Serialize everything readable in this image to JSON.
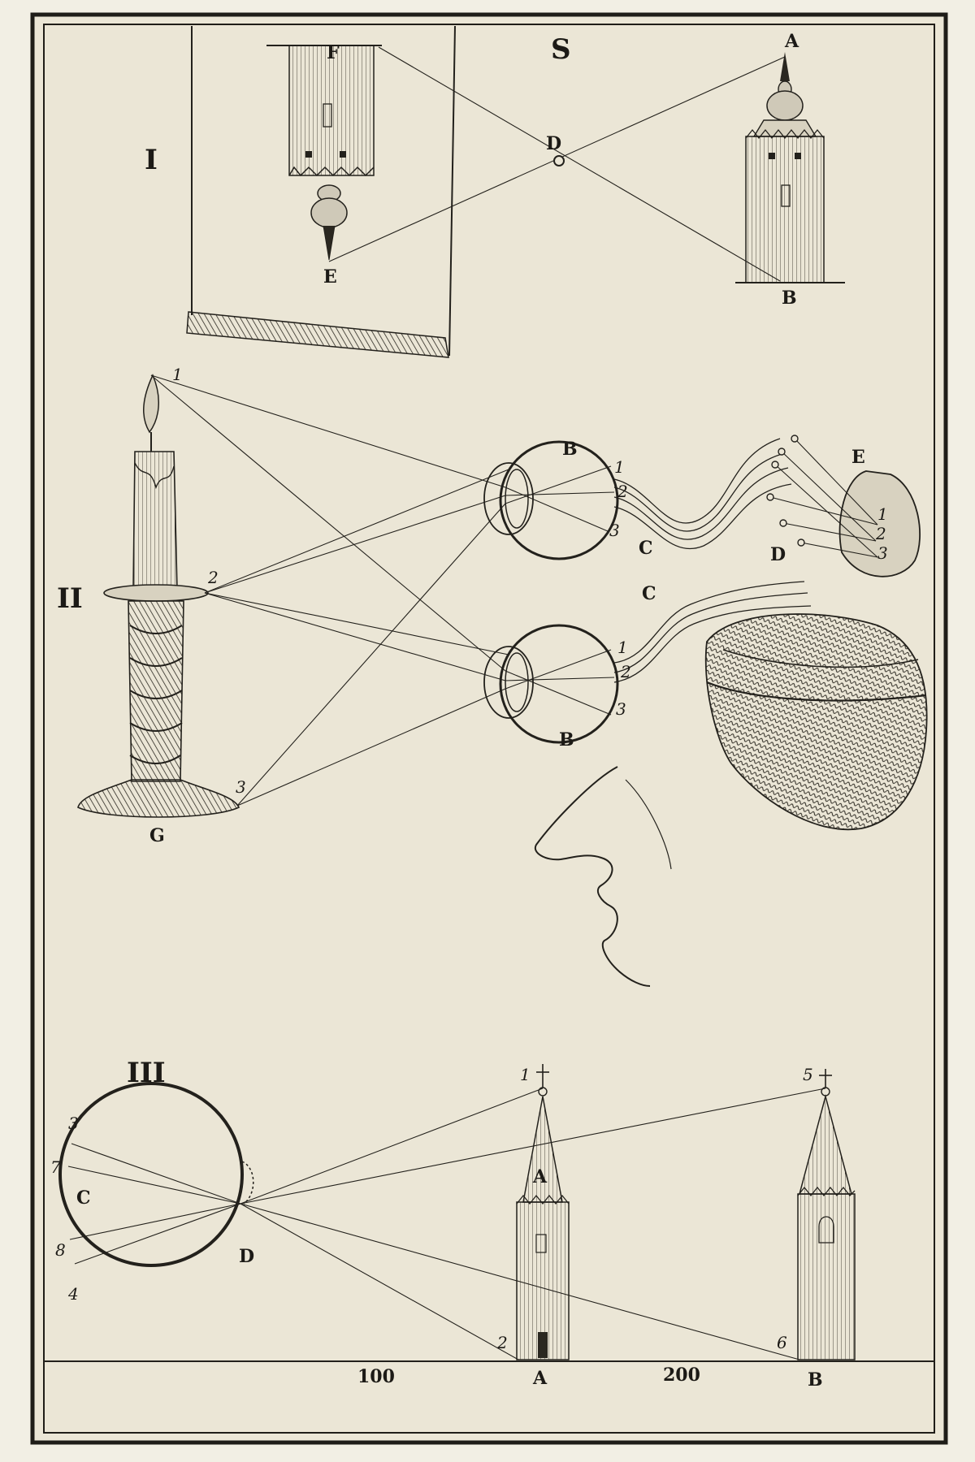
{
  "colors": {
    "paper": "#f2efe4",
    "ink": "#23211c",
    "plate": "#ebe6d6"
  },
  "figures": {
    "fig1": {
      "numeral": "I",
      "labels": {
        "F": "F",
        "S": "S",
        "A": "A",
        "D": "D",
        "E": "E",
        "B": "B"
      }
    },
    "fig2": {
      "numeral": "II",
      "labels": {
        "p1": "1",
        "p2": "2",
        "p3": "3",
        "G": "G",
        "B_top": "B",
        "B_bottom": "B",
        "C_top": "C",
        "C_mid": "C",
        "D": "D",
        "E": "E"
      },
      "eye_numbers_top": [
        "1",
        "2",
        "3"
      ],
      "eye_numbers_bottom": [
        "1",
        "2",
        "3"
      ],
      "brain_numbers": [
        "1",
        "2",
        "3"
      ]
    },
    "fig3": {
      "numeral": "III",
      "labels": {
        "n3": "3",
        "n7": "7",
        "C": "C",
        "n8": "8",
        "n4": "4",
        "D": "D",
        "n1": "1",
        "n5": "5",
        "A_tower": "A",
        "n2": "2",
        "n6": "6"
      },
      "scale": {
        "A": "A",
        "B": "B",
        "d100": "100",
        "d200": "200"
      }
    }
  }
}
